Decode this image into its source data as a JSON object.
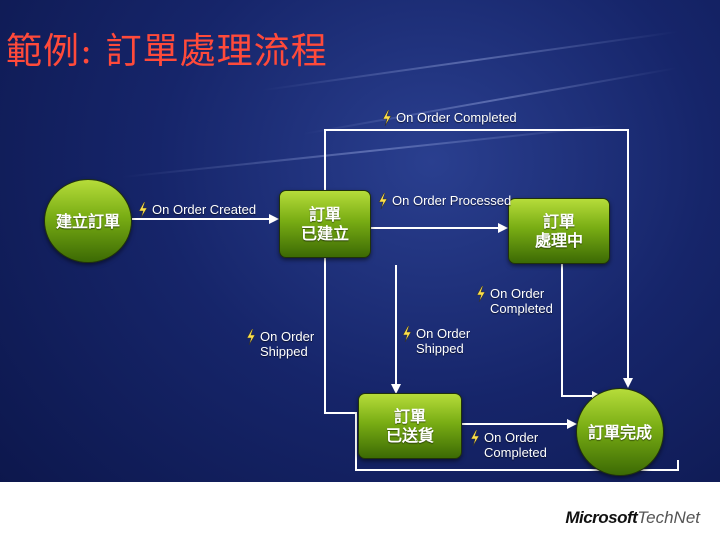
{
  "title": "範例: 訂單處理流程",
  "icons": {
    "event": "lightning-bolt-icon"
  },
  "colors": {
    "title": "#ff4a3a",
    "node": "#79ad14",
    "edge": "#ffffff",
    "background": "#16256a"
  },
  "nodes": {
    "create_order": "建立訂單",
    "order_created": "訂單\n已建立",
    "order_processing": "訂單\n處理中",
    "order_shipped": "訂單\n已送貨",
    "order_complete": "訂單完成"
  },
  "events": {
    "on_order_completed_top": "On Order Completed",
    "on_order_created": "On Order Created",
    "on_order_processed": "On Order Processed",
    "on_order_completed_mid": "On Order\nCompleted",
    "on_order_shipped_left": "On Order\nShipped",
    "on_order_shipped_mid": "On Order\nShipped",
    "on_order_completed_bottom": "On Order\nCompleted"
  },
  "footer": {
    "brand": "Microsoft",
    "product": "TechNet"
  }
}
